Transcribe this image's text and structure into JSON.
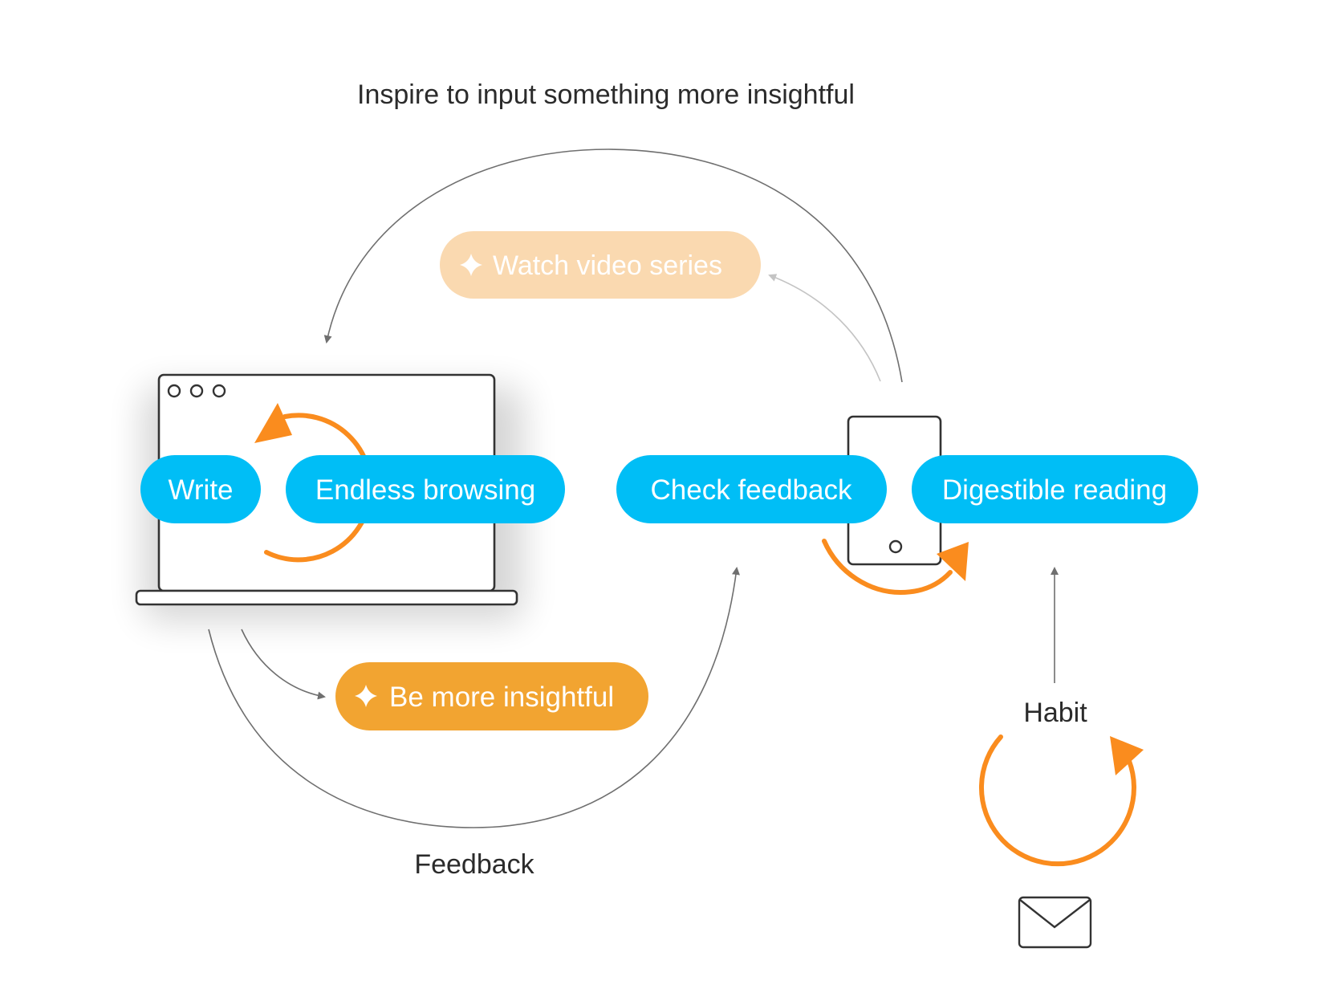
{
  "colors": {
    "blue_pill": "#00BEF6",
    "orange_pill": "#F2A431",
    "faded_pill": "#FAD9B0",
    "loop_orange": "#FA8C1E",
    "line_gray": "#6F6F6F",
    "text_dark": "#2B2B2B"
  },
  "top_label": "Inspire to input something more insightful",
  "bottom_label": "Feedback",
  "habit_label": "Habit",
  "pills": {
    "write": "Write",
    "endless_browsing": "Endless browsing",
    "check_feedback": "Check feedback",
    "digestible_reading": "Digestible reading",
    "watch_video_series": "Watch video series",
    "be_more_insightful": "Be more insightful"
  },
  "icons": {
    "laptop": "laptop-icon",
    "phone": "phone-icon",
    "mail": "mail-icon",
    "sparkle": "sparkle-icon"
  }
}
